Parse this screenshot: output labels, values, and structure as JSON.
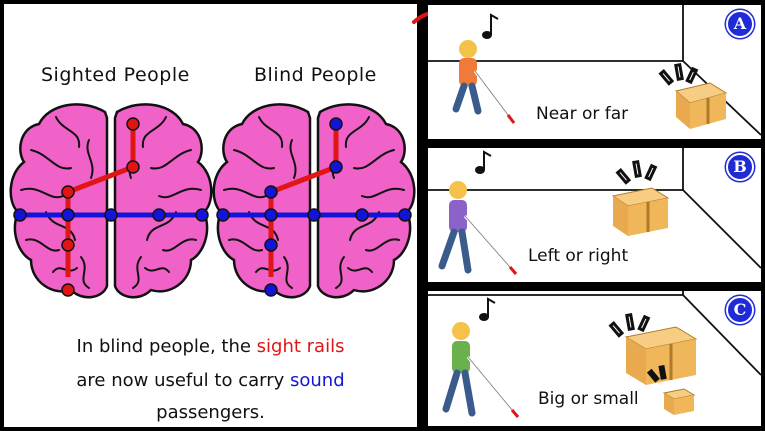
{
  "left_panel": {
    "heading_sighted": "Sighted People",
    "heading_blind": "Blind People",
    "caption": {
      "line1_prefix": "In blind people, the ",
      "line1_highlight": "sight rails",
      "line2_prefix": "are now useful to carry ",
      "line2_highlight": "sound",
      "line3": "passengers."
    }
  },
  "scenes": {
    "a": {
      "badge": "A",
      "label": "Near or far"
    },
    "b": {
      "badge": "B",
      "label": "Left or right"
    },
    "c": {
      "badge": "C",
      "label": "Big or small"
    }
  },
  "colors": {
    "brain": "#f062c8",
    "sight_rail": "#e01515",
    "sound_rail": "#1414d8",
    "badge": "#1f2bd6",
    "box": "#f0b65a",
    "cane_tip": "#e01515"
  }
}
